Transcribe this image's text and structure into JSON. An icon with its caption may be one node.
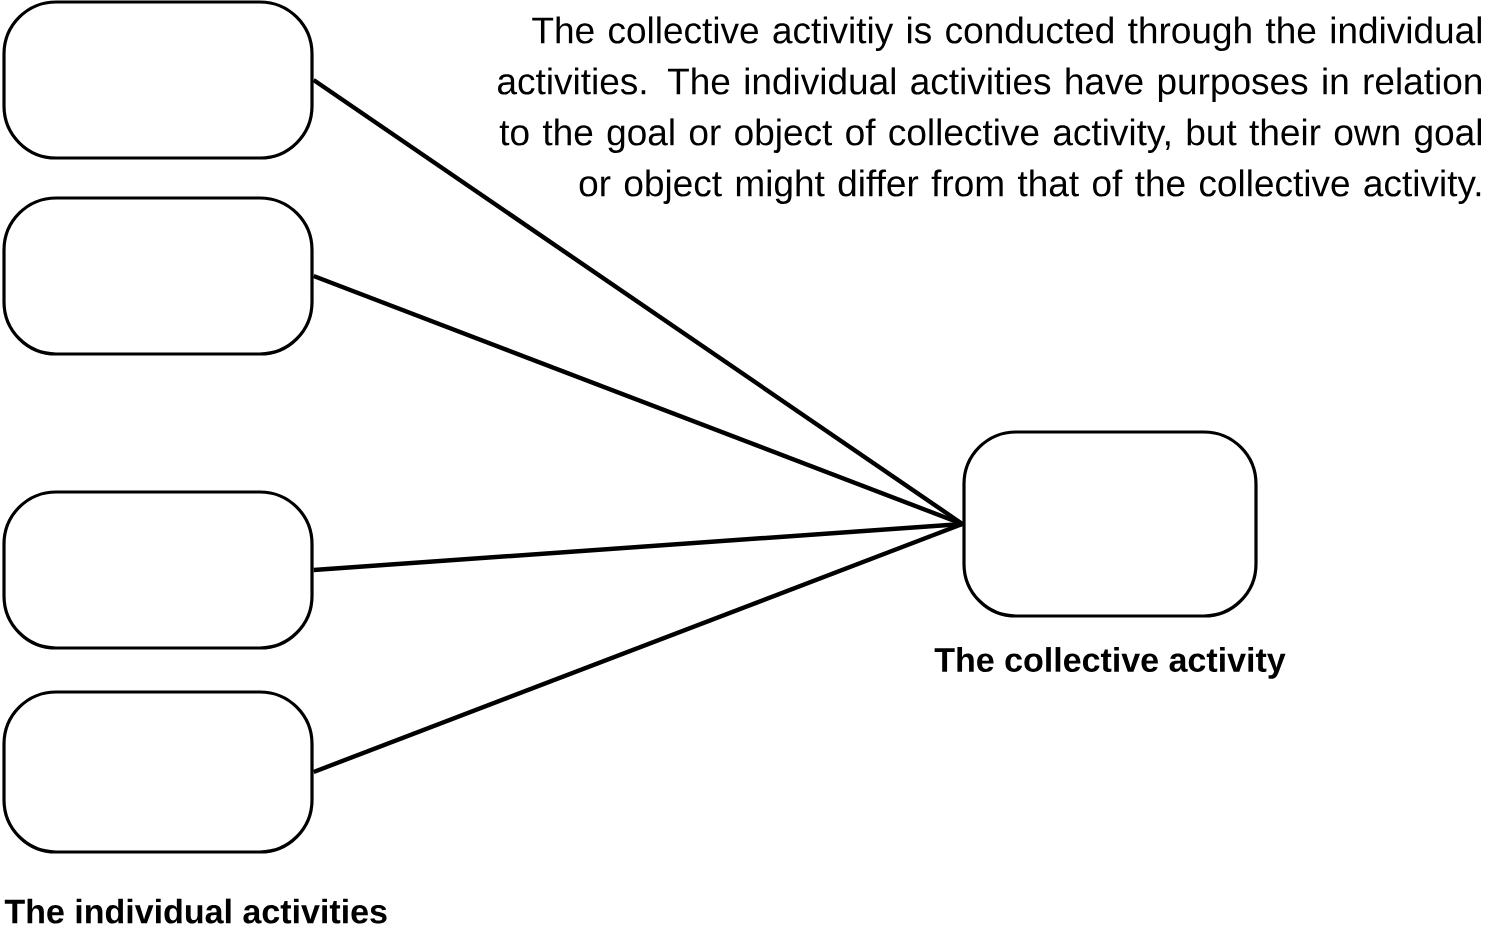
{
  "diagram": {
    "nodes": [
      {
        "text": [],
        "shape": "box"
      },
      {
        "text": [],
        "shape": "box"
      },
      {
        "text": [],
        "shape": "box"
      },
      {
        "text": [],
        "shape": "box"
      },
      {
        "text": [],
        "shape": "box",
        "beside": [
          "The collective activity"
        ]
      }
    ],
    "edges": [
      {
        "from": 0,
        "to": 4,
        "arrow": "none"
      },
      {
        "from": 1,
        "to": 4,
        "arrow": "none"
      },
      {
        "from": 2,
        "to": 4,
        "arrow": "none"
      },
      {
        "from": 3,
        "to": 4,
        "arrow": "none"
      }
    ],
    "labels": [
      "The collective activitiy is conducted through the individual activities. The individual activities have purposes in relation to the goal or object of collective activity, but their own goal or object might differ from that of the collective activity.",
      "The individual activities"
    ]
  }
}
